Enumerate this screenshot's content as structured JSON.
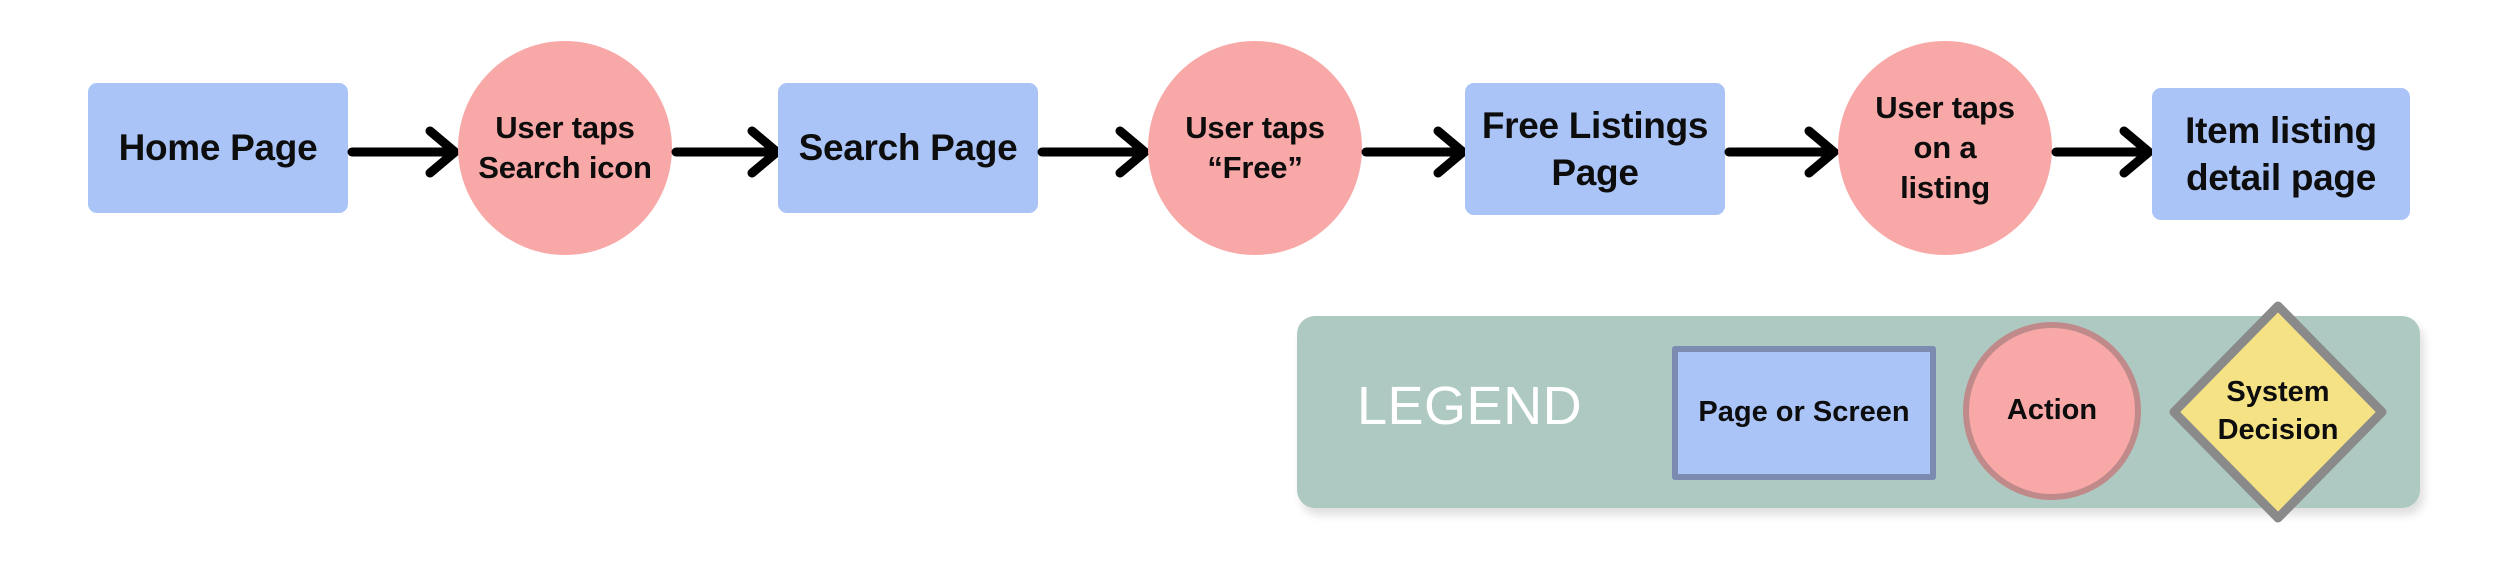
{
  "diagram": {
    "type": "flowchart",
    "title": "",
    "orientation": "left-to-right",
    "colors": {
      "page_fill": "#aac4f8",
      "page_border": "#7b8cb0",
      "action_fill": "#f9a8a8",
      "action_border": "#c08a8a",
      "decision_fill": "#f5e285",
      "decision_border": "#8a8a8a",
      "legend_background": "#aec8c2",
      "legend_title_color": "#ffffff",
      "arrow_color": "#000000",
      "text_color": "#0d0d0d",
      "canvas_background": "#ffffff"
    },
    "nodes": [
      {
        "id": "home-page",
        "shape": "page",
        "label": "Home Page",
        "lines": [
          "Home Page"
        ]
      },
      {
        "id": "user-taps-search-icon",
        "shape": "action",
        "label": "User taps Search icon",
        "lines": [
          "User taps",
          "Search icon"
        ]
      },
      {
        "id": "search-page",
        "shape": "page",
        "label": "Search Page",
        "lines": [
          "Search Page"
        ]
      },
      {
        "id": "user-taps-free",
        "shape": "action",
        "label": "User taps “Free”",
        "lines": [
          "User taps",
          "“Free”"
        ]
      },
      {
        "id": "free-listings-page",
        "shape": "page",
        "label": "Free Listings Page",
        "lines": [
          "Free Listings",
          "Page"
        ]
      },
      {
        "id": "user-taps-on-listing",
        "shape": "action",
        "label": "User taps on a listing",
        "lines": [
          "User taps",
          "on a",
          "listing"
        ]
      },
      {
        "id": "item-listing-detail",
        "shape": "page",
        "label": "Item listing detail page",
        "lines": [
          "Item listing",
          "detail page"
        ]
      }
    ],
    "edges": [
      {
        "from": "home-page",
        "to": "user-taps-search-icon",
        "label": ""
      },
      {
        "from": "user-taps-search-icon",
        "to": "search-page",
        "label": ""
      },
      {
        "from": "search-page",
        "to": "user-taps-free",
        "label": ""
      },
      {
        "from": "user-taps-free",
        "to": "free-listings-page",
        "label": ""
      },
      {
        "from": "free-listings-page",
        "to": "user-taps-on-listing",
        "label": ""
      },
      {
        "from": "user-taps-on-listing",
        "to": "item-listing-detail",
        "label": ""
      }
    ]
  },
  "legend": {
    "title": "LEGEND",
    "items": [
      {
        "id": "page-or-screen",
        "shape": "rectangle",
        "label": "Page or Screen",
        "lines": [
          "Page or Screen"
        ]
      },
      {
        "id": "action",
        "shape": "circle",
        "label": "Action",
        "lines": [
          "Action"
        ]
      },
      {
        "id": "system-decision",
        "shape": "diamond",
        "label": "System Decision",
        "lines": [
          "System",
          "Decision"
        ]
      }
    ]
  }
}
